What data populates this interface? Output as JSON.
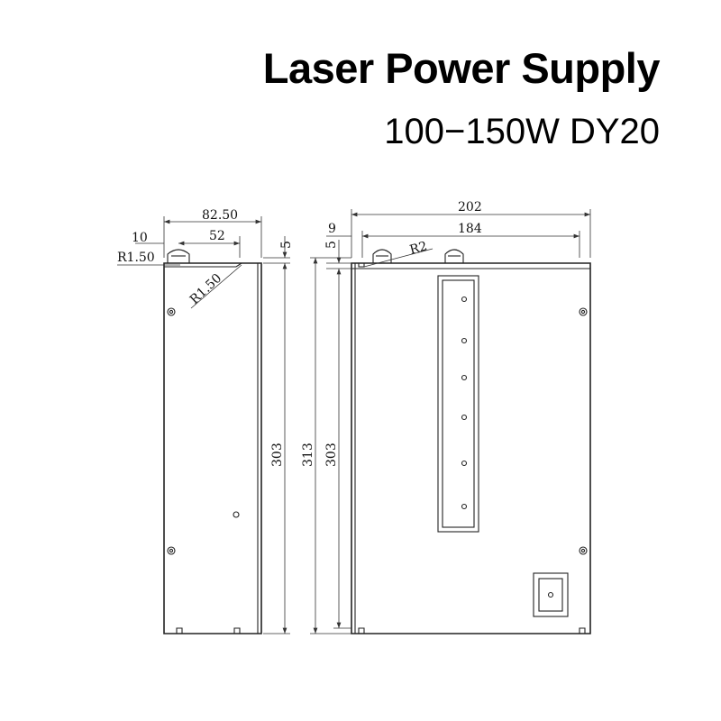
{
  "header": {
    "title": "Laser Power Supply",
    "subtitle": "100−150W  DY20"
  },
  "side_view": {
    "dim_width": "82.50",
    "dim_offset": "10",
    "dim_inner": "52",
    "dim_corner": "R1.50",
    "dim_bevel": "R1.50",
    "dim_top": "5",
    "dim_height": "303"
  },
  "front_view": {
    "dim_total_width": "202",
    "dim_inner_width": "184",
    "dim_left_offset": "9",
    "dim_top": "5",
    "dim_radius": "R2",
    "dim_total_height": "313",
    "dim_body_height": "303"
  },
  "colors": {
    "line": "#222222",
    "text": "#111111",
    "background": "#ffffff"
  }
}
